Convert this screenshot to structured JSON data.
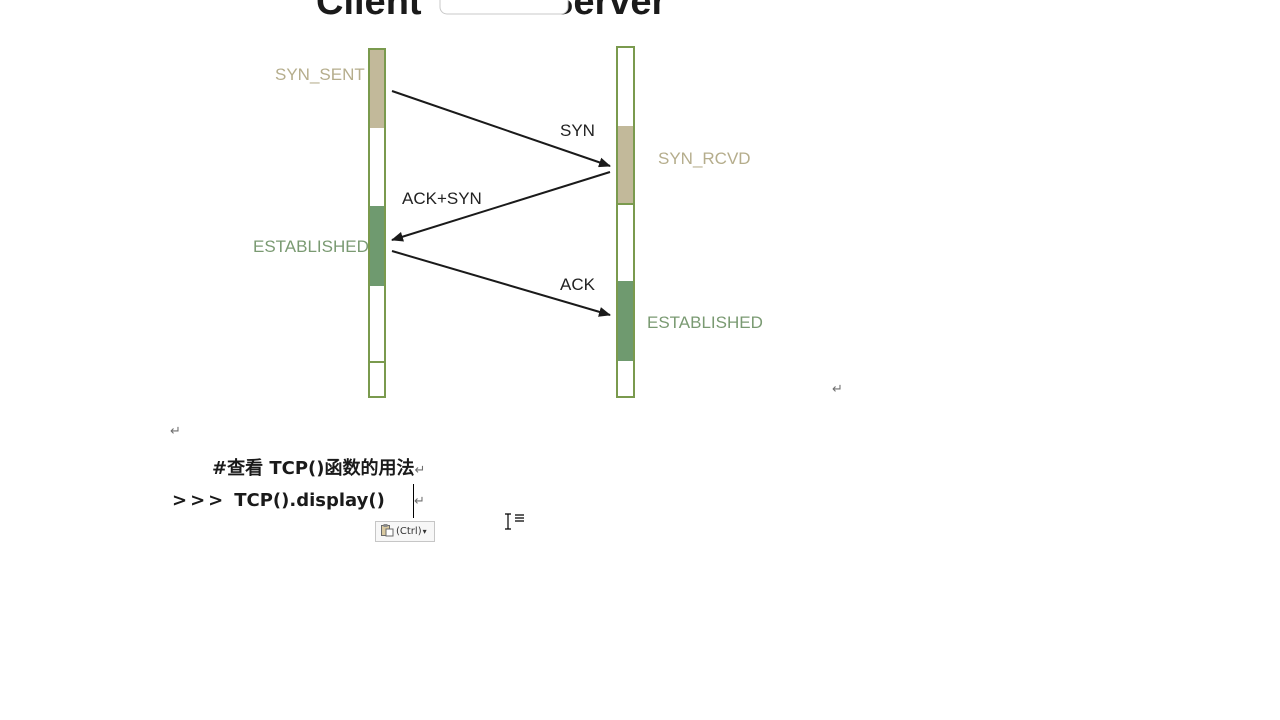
{
  "diagram": {
    "title_left": "Client",
    "title_right": "Server",
    "client_states": [
      "SYN_SENT",
      "ESTABLISHED"
    ],
    "server_states": [
      "SYN_RCVD",
      "ESTABLISHED"
    ],
    "messages": [
      "SYN",
      "ACK+SYN",
      "ACK"
    ]
  },
  "document": {
    "comment": "#查看 TCP()函数的用法",
    "code_prompt": ">>>",
    "code": "TCP().display()",
    "paragraph_mark": "↵"
  },
  "paste_popup": {
    "label": "(Ctrl)"
  },
  "colors": {
    "tan": "#c2b99a",
    "green": "#6f9a6f",
    "timeline_border": "#7a9a4e",
    "tan_text": "#b5ad8c",
    "green_text": "#7a9a72"
  }
}
